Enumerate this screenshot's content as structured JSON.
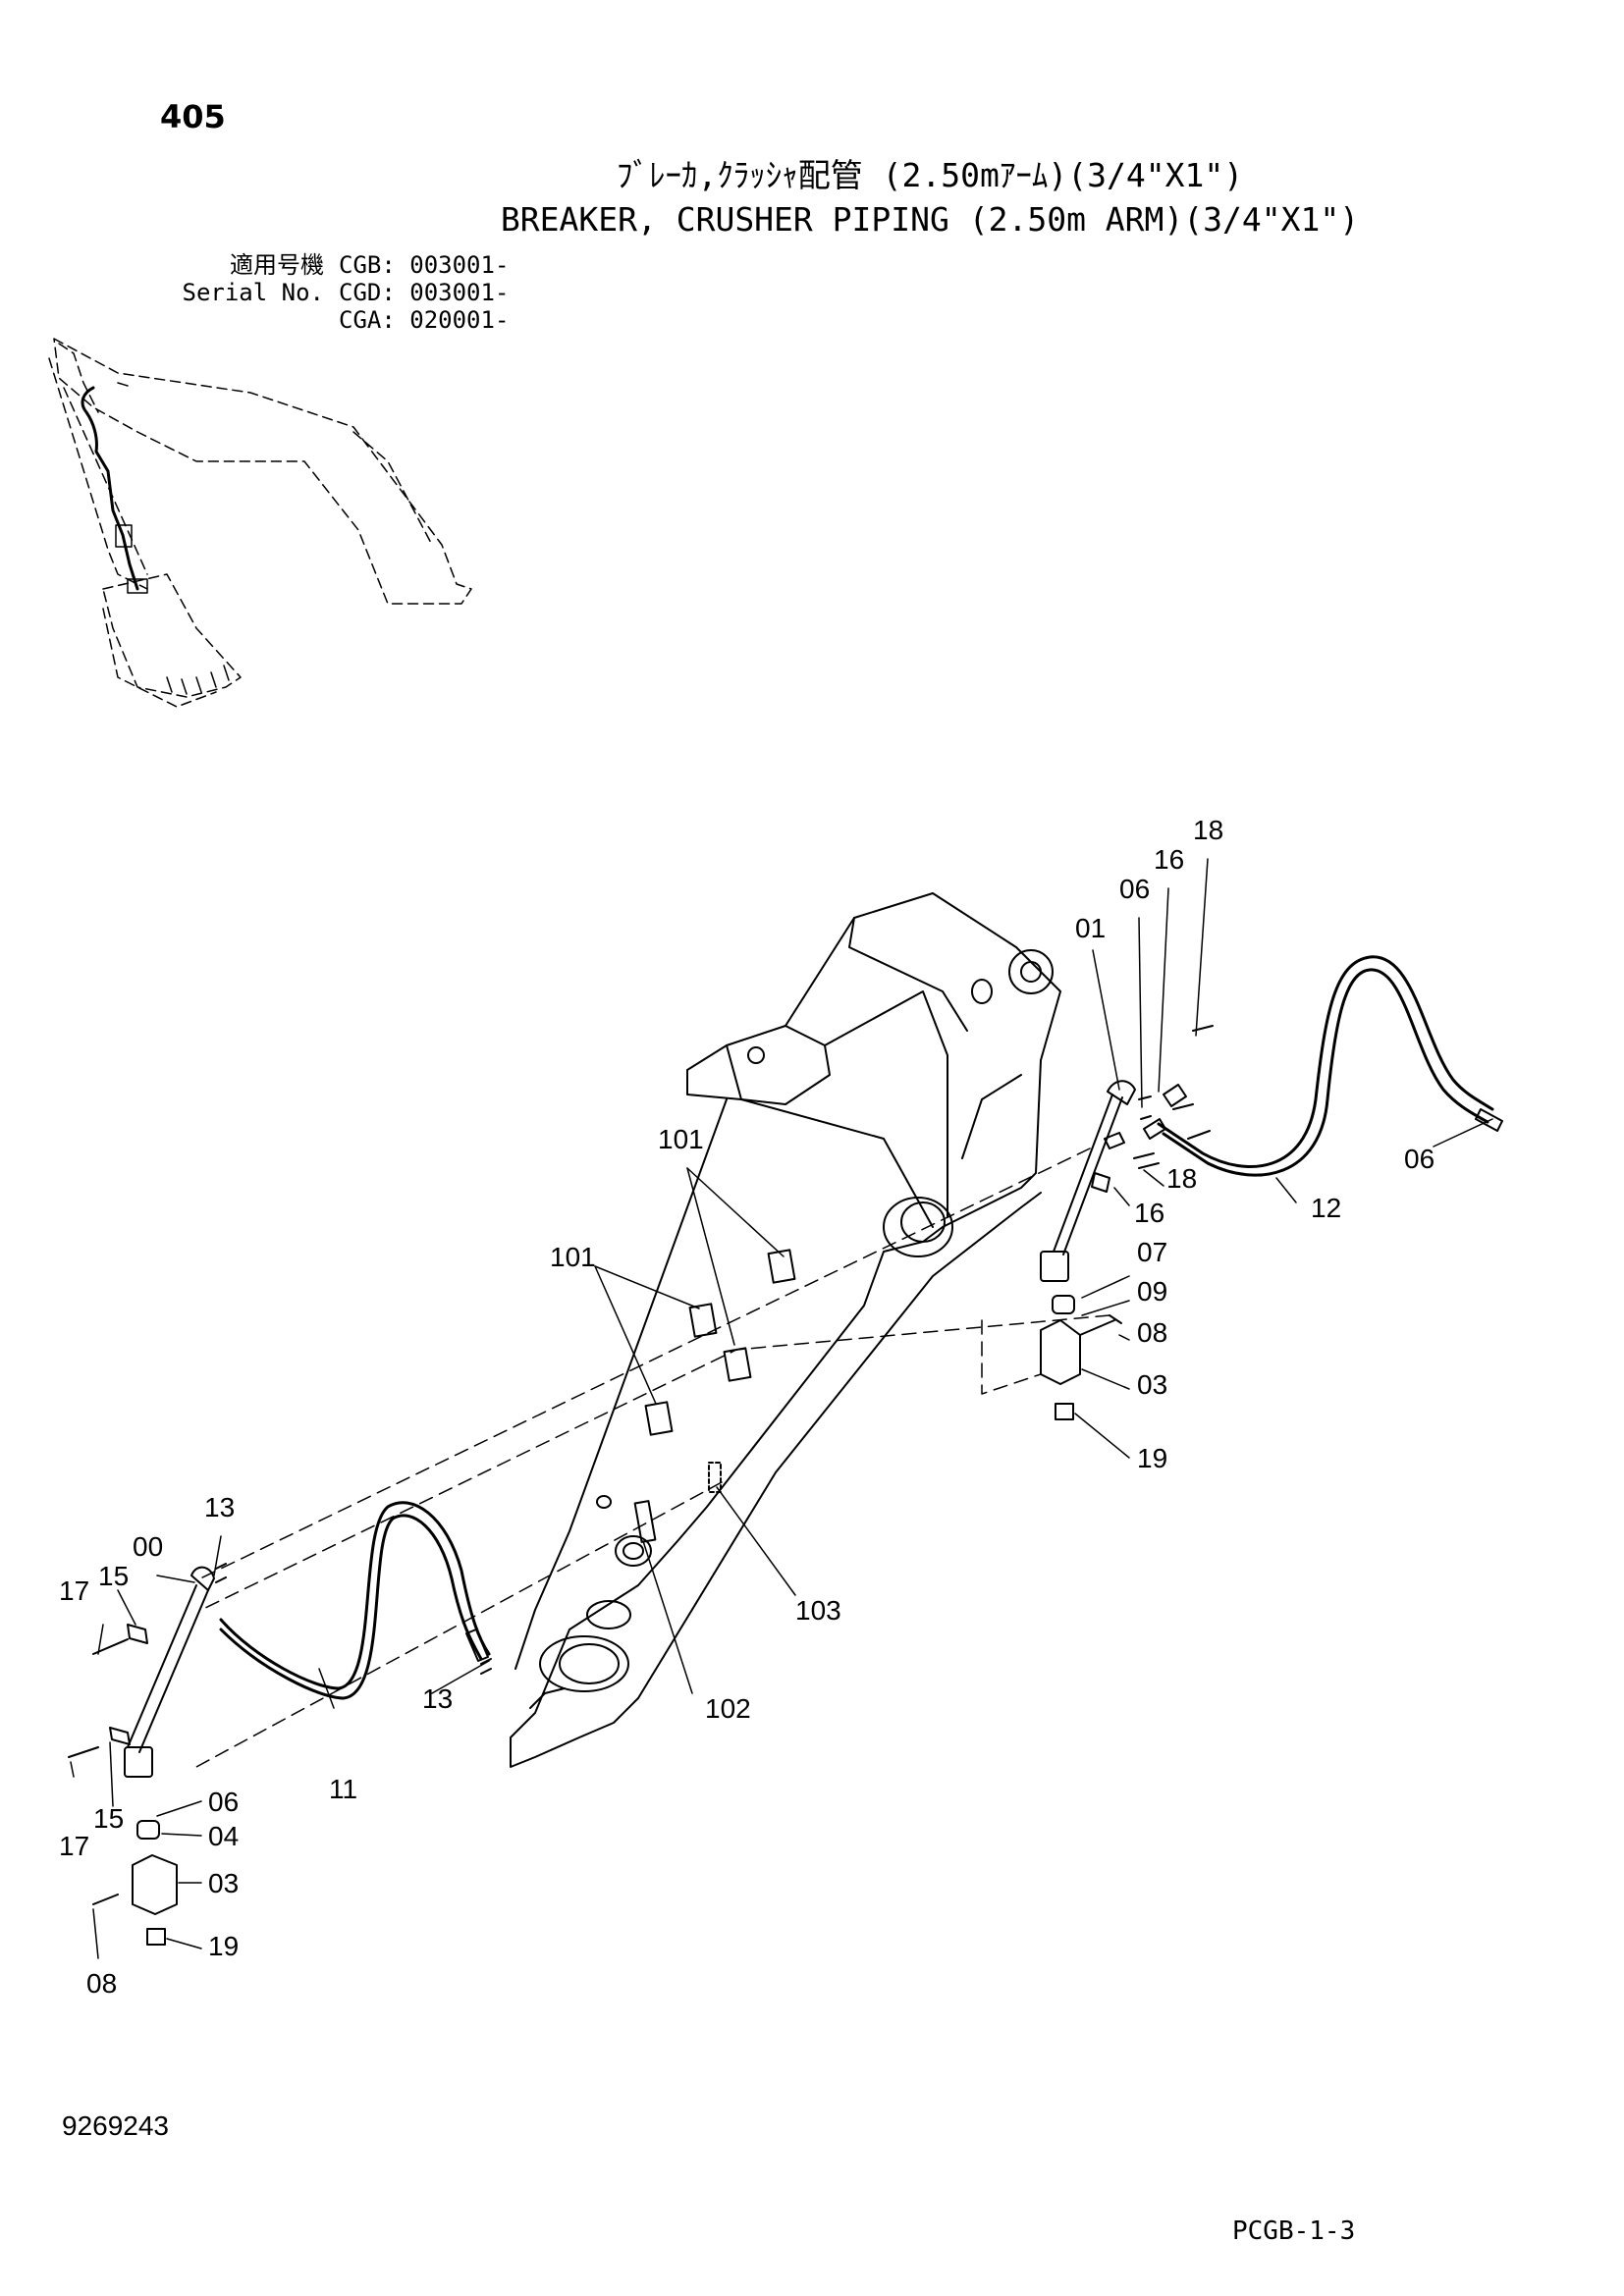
{
  "header": {
    "page_number": "405",
    "title_jp": "ﾌﾞﾚｰｶ,ｸﾗｯｼｬ配管 (2.50mｱｰﾑ)(3/4\"X1\")",
    "title_en": "BREAKER, CRUSHER PIPING (2.50m ARM)(3/4\"X1\")"
  },
  "serial": {
    "label_jp": "適用号機",
    "label_en": "Serial No.",
    "models": [
      {
        "model": "CGB:",
        "from": "003001-"
      },
      {
        "model": "CGD:",
        "from": "003001-"
      },
      {
        "model": "CGA:",
        "from": "020001-"
      }
    ]
  },
  "callouts": [
    "18",
    "16",
    "06",
    "01",
    "06",
    "101",
    "18",
    "12",
    "16",
    "101",
    "07",
    "09",
    "08",
    "03",
    "19",
    "103",
    "13",
    "00",
    "15",
    "17",
    "13",
    "102",
    "11",
    "17",
    "15",
    "06",
    "04",
    "03",
    "19",
    "08"
  ],
  "footer": {
    "doc_number": "9269243",
    "sheet_code": "PCGB-1-3"
  }
}
